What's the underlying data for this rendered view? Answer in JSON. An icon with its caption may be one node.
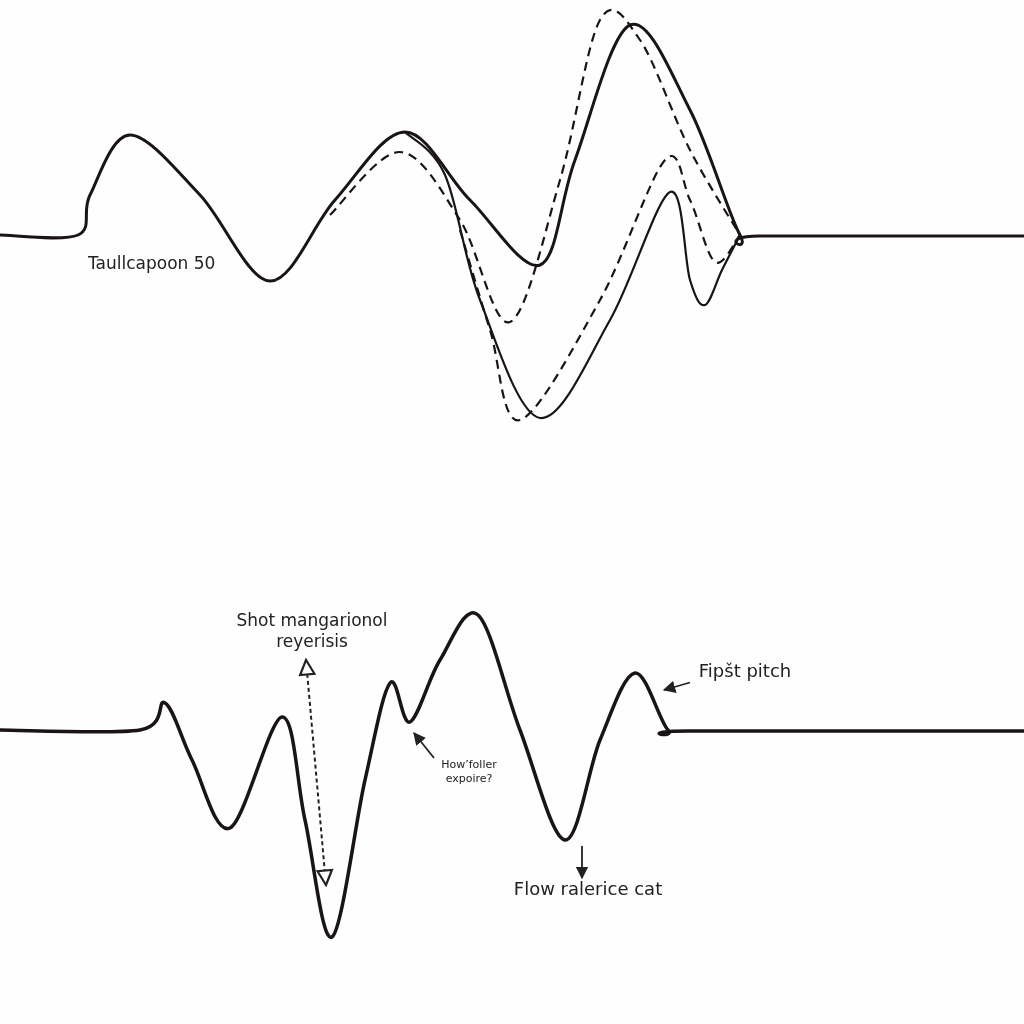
{
  "diagram": {
    "nodes": [
      {
        "text": [
          "Shot mangarionol reyerisis"
        ]
      },
      {
        "text": [
          "How’foller expoire?"
        ]
      },
      {
        "text": [
          "Fipšt pitch"
        ]
      },
      {
        "text": [
          "Flow ralerice cat"
        ]
      }
    ],
    "edges": [
      {
        "from": 1,
        "to": null,
        "arrow": "to"
      },
      {
        "from": 2,
        "to": null,
        "arrow": "to"
      },
      {
        "from": null,
        "to": 3,
        "arrow": "to"
      }
    ],
    "labels": [
      "Taullcapoon 50"
    ]
  }
}
